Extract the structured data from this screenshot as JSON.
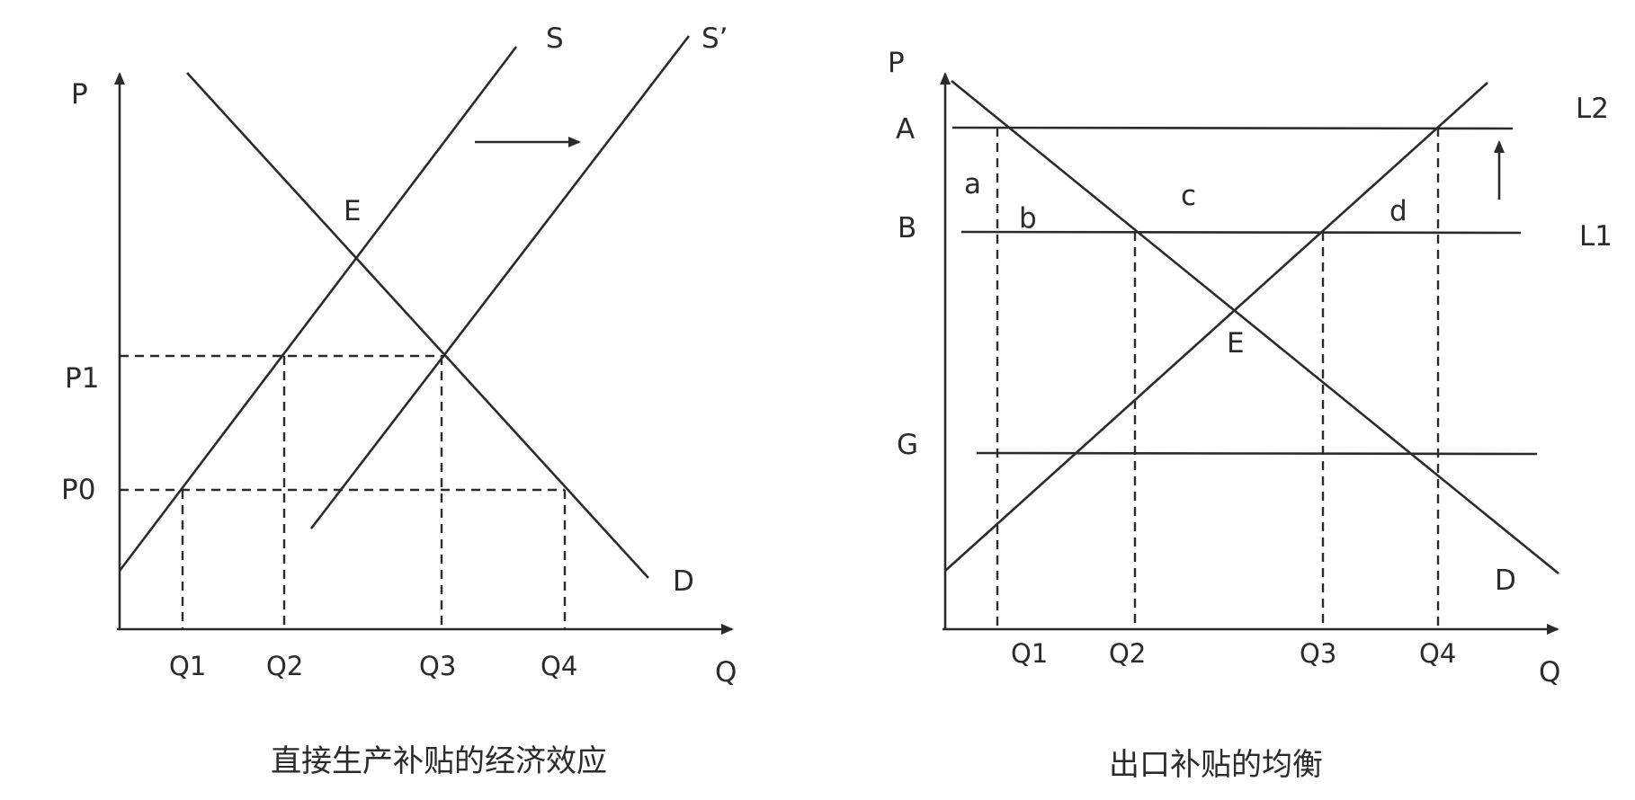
{
  "left": {
    "caption": "直接生产补贴的经济效应",
    "labels": {
      "p_axis": "P",
      "q_axis": "Q",
      "s": "S",
      "s_prime": "S’",
      "d": "D",
      "e": "E",
      "p1": "P1",
      "p0": "P0",
      "q1": "Q1",
      "q2": "Q2",
      "q3": "Q3",
      "q4": "Q4"
    }
  },
  "right": {
    "caption": "出口补贴的均衡",
    "labels": {
      "p_axis": "P",
      "q_axis": "Q",
      "a_upper": "A",
      "b_upper": "B",
      "g": "G",
      "l1": "L1",
      "l2": "L2",
      "a": "a",
      "b": "b",
      "c": "c",
      "d_lower": "d",
      "e": "E",
      "d": "D",
      "q1": "Q1",
      "q2": "Q2",
      "q3": "Q3",
      "q4": "Q4"
    }
  }
}
